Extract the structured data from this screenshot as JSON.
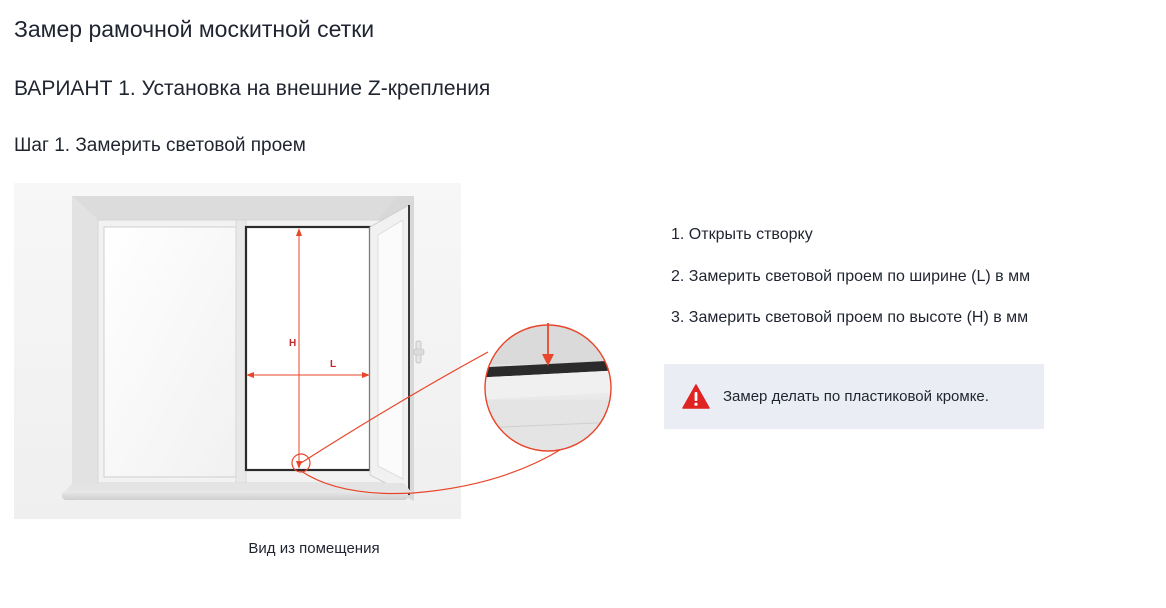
{
  "page": {
    "title": "Замер рамочной москитной сетки",
    "variant_heading": "ВАРИАНТ 1. Установка на внешние Z-крепления",
    "step_heading": "Шаг 1. Замерить световой проем"
  },
  "figure": {
    "height_label": "H",
    "width_label": "L",
    "caption": "Вид из помещения",
    "accent_color": "#e8462a"
  },
  "instructions": {
    "items": [
      "1. Открыть створку",
      "2. Замерить световой проем по ширине (L) в мм",
      "3. Замерить световой проем по высоте (Н) в мм"
    ]
  },
  "note": {
    "icon": "warning-triangle-icon",
    "text": "Замер делать по пластиковой кромке.",
    "icon_color": "#e02424",
    "background": "#eaedf4"
  }
}
